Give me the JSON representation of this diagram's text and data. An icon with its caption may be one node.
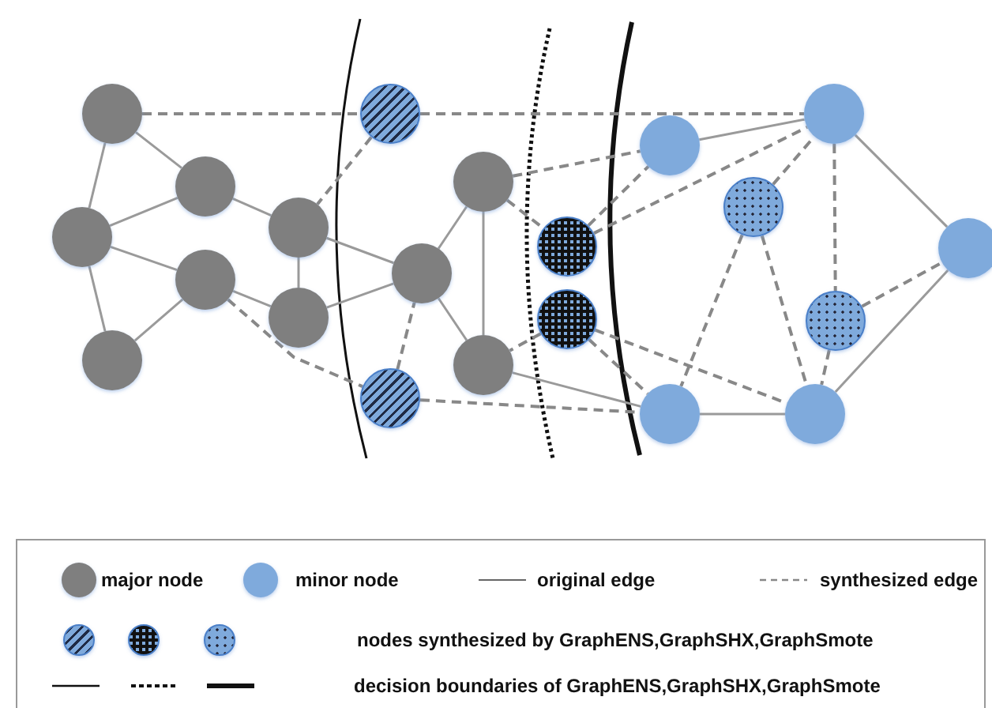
{
  "diagram": {
    "nodes": [
      {
        "text": [],
        "shape": "circle"
      },
      {
        "text": [],
        "shape": "circle"
      },
      {
        "text": [],
        "shape": "circle"
      },
      {
        "text": [],
        "shape": "circle"
      },
      {
        "text": [],
        "shape": "circle"
      },
      {
        "text": [],
        "shape": "circle"
      },
      {
        "text": [],
        "shape": "circle"
      },
      {
        "text": [],
        "shape": "circle"
      },
      {
        "text": [],
        "shape": "circle"
      },
      {
        "text": [],
        "shape": "circle"
      },
      {
        "text": [],
        "shape": "circle"
      },
      {
        "text": [],
        "shape": "circle"
      },
      {
        "text": [],
        "shape": "circle"
      },
      {
        "text": [],
        "shape": "circle"
      },
      {
        "text": [],
        "shape": "circle"
      },
      {
        "text": [],
        "shape": "circle"
      },
      {
        "text": [],
        "shape": "circle"
      },
      {
        "text": [],
        "shape": "circle"
      },
      {
        "text": [],
        "shape": "circle"
      },
      {
        "text": [],
        "shape": "circle"
      },
      {
        "text": [],
        "shape": "circle"
      }
    ],
    "edges": [
      {
        "from": 1,
        "to": 0,
        "arrow": "none"
      },
      {
        "from": 1,
        "to": 3,
        "arrow": "none"
      },
      {
        "from": 0,
        "to": 3,
        "arrow": "none"
      },
      {
        "from": 0,
        "to": 4,
        "arrow": "none"
      },
      {
        "from": 0,
        "to": 2,
        "arrow": "none"
      },
      {
        "from": 2,
        "to": 4,
        "arrow": "none"
      },
      {
        "from": 3,
        "to": 5,
        "arrow": "none"
      },
      {
        "from": 4,
        "to": 6,
        "arrow": "none"
      },
      {
        "from": 5,
        "to": 6,
        "arrow": "none"
      },
      {
        "from": 5,
        "to": 9,
        "arrow": "none"
      },
      {
        "from": 6,
        "to": 9,
        "arrow": "none"
      },
      {
        "from": 9,
        "to": 10,
        "arrow": "none"
      },
      {
        "from": 9,
        "to": 11,
        "arrow": "none"
      },
      {
        "from": 10,
        "to": 11,
        "arrow": "none"
      },
      {
        "from": 11,
        "to": 15,
        "arrow": "none"
      },
      {
        "from": 14,
        "to": 18,
        "arrow": "none"
      },
      {
        "from": 18,
        "to": 20,
        "arrow": "none"
      },
      {
        "from": 20,
        "to": 17,
        "arrow": "none"
      },
      {
        "from": 15,
        "to": 17,
        "arrow": "none"
      },
      {
        "from": 1,
        "to": 7,
        "arrow": "none",
        "style": "dashed"
      },
      {
        "from": 7,
        "to": 18,
        "arrow": "none",
        "style": "dashed"
      },
      {
        "from": 7,
        "to": 5,
        "arrow": "none",
        "style": "dashed"
      },
      {
        "from": 4,
        "to": 8,
        "arrow": "none",
        "style": "dashed"
      },
      {
        "from": 8,
        "to": 9,
        "arrow": "none",
        "style": "dashed"
      },
      {
        "from": 8,
        "to": 15,
        "arrow": "none",
        "style": "dashed"
      },
      {
        "from": 10,
        "to": 14,
        "arrow": "none",
        "style": "dashed"
      },
      {
        "from": 10,
        "to": 12,
        "arrow": "none",
        "style": "dashed"
      },
      {
        "from": 12,
        "to": 14,
        "arrow": "none",
        "style": "dashed"
      },
      {
        "from": 12,
        "to": 18,
        "arrow": "none",
        "style": "dashed"
      },
      {
        "from": 13,
        "to": 11,
        "arrow": "none",
        "style": "dashed"
      },
      {
        "from": 13,
        "to": 15,
        "arrow": "none",
        "style": "dashed"
      },
      {
        "from": 13,
        "to": 17,
        "arrow": "none",
        "style": "dashed"
      },
      {
        "from": 16,
        "to": 18,
        "arrow": "none",
        "style": "dashed"
      },
      {
        "from": 16,
        "to": 15,
        "arrow": "none",
        "style": "dashed"
      },
      {
        "from": 16,
        "to": 17,
        "arrow": "none",
        "style": "dashed"
      },
      {
        "from": 18,
        "to": 19,
        "arrow": "none",
        "style": "dashed"
      },
      {
        "from": 19,
        "to": 20,
        "arrow": "none",
        "style": "dashed"
      },
      {
        "from": 19,
        "to": 17,
        "arrow": "none",
        "style": "dashed"
      }
    ],
    "legend": [
      {
        "text": "major node",
        "color": "#7f7f7f"
      },
      {
        "text": "minor node",
        "color": "#7faadc"
      },
      {
        "text": "original edge"
      },
      {
        "text": "synthesized edge"
      },
      {
        "text": "nodes synthesized by GraphENS,GraphSHX,GraphSmote"
      },
      {
        "text": "decision boundaries of GraphENS,GraphSHX,GraphSmote"
      }
    ]
  }
}
